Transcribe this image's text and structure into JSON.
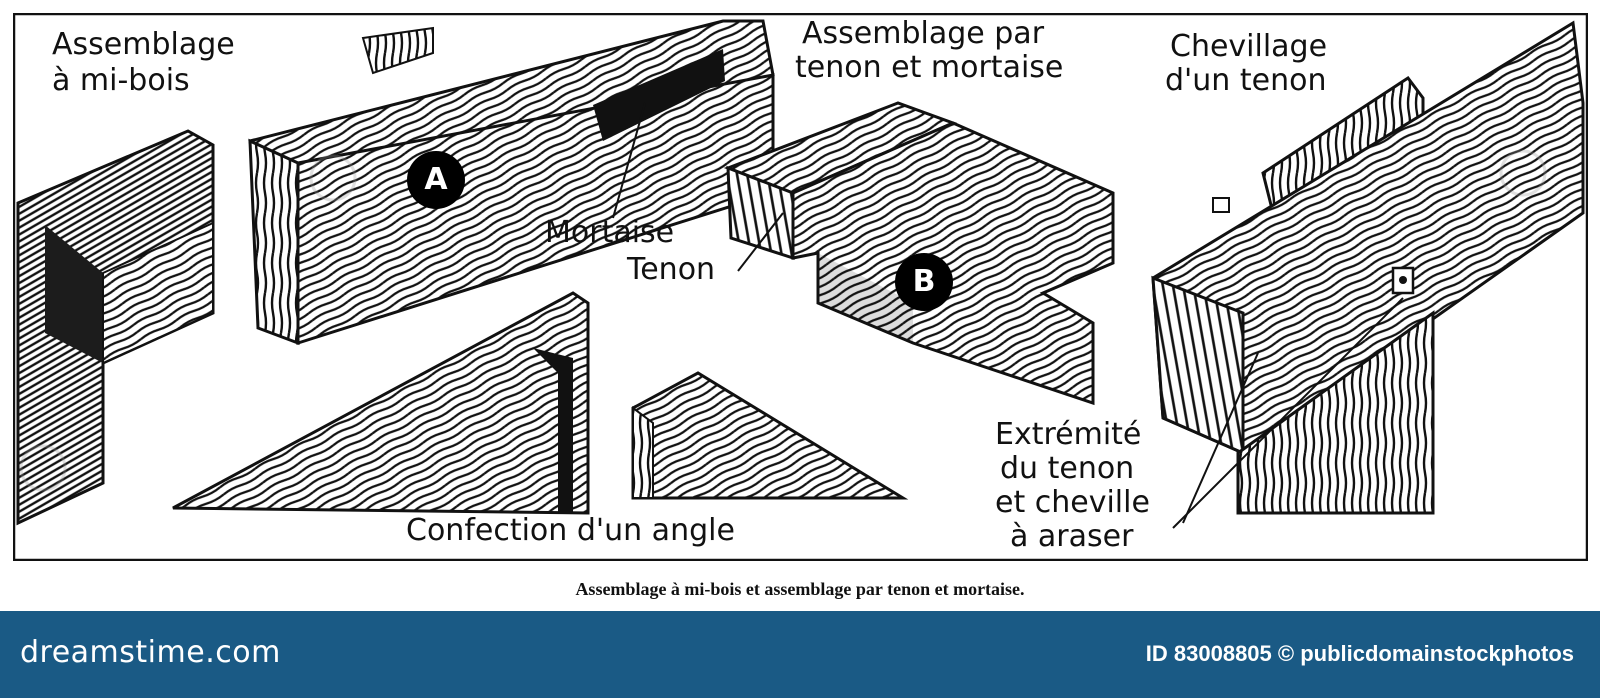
{
  "labels": {
    "mi_bois_line1": "Assemblage",
    "mi_bois_line2": "à mi-bois",
    "tenon_mortaise_line1": "Assemblage par",
    "tenon_mortaise_line2": "tenon et mortaise",
    "chevillage_line1": "Chevillage",
    "chevillage_line2": "d'un tenon",
    "mortaise": "Mortaise",
    "tenon": "Tenon",
    "angle": "Confection d'un angle",
    "extremite_line1": "Extrémité",
    "extremite_line2": "du tenon",
    "extremite_line3": "et cheville",
    "extremite_line4": "à araser"
  },
  "badges": {
    "a": "A",
    "b": "B"
  },
  "caption": "Assemblage à mi-bois et assemblage par tenon et mortaise.",
  "footer": {
    "brand": "dreamstime.com",
    "credit": "ID 83008805 © publicdomainstockphotos"
  },
  "colors": {
    "footer_bg": "#1a5a85",
    "ink": "#111111",
    "wood_dark": "#1c1c1c"
  }
}
